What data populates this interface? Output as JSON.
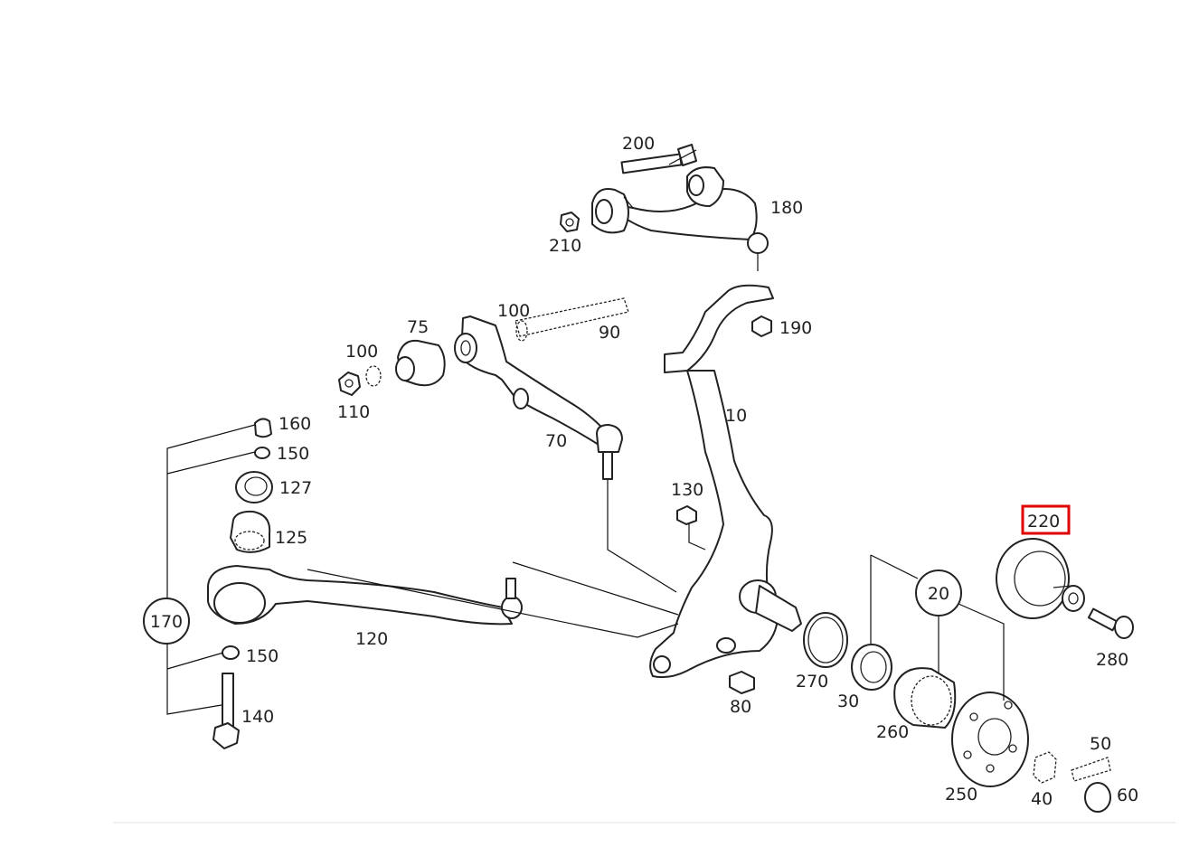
{
  "callouts": {
    "p10": "10",
    "p20": "20",
    "p30": "30",
    "p40": "40",
    "p50": "50",
    "p60": "60",
    "p70": "70",
    "p75": "75",
    "p80": "80",
    "p90": "90",
    "p100a": "100",
    "p100b": "100",
    "p110": "110",
    "p120": "120",
    "p125": "125",
    "p127": "127",
    "p130": "130",
    "p140": "140",
    "p150a": "150",
    "p150b": "150",
    "p160": "160",
    "p170": "170",
    "p180": "180",
    "p190": "190",
    "p200": "200",
    "p210": "210",
    "p220": "220",
    "p250": "250",
    "p260": "260",
    "p270": "270",
    "p280": "280"
  },
  "highlight": {
    "part": "220",
    "color": "#e00000"
  }
}
